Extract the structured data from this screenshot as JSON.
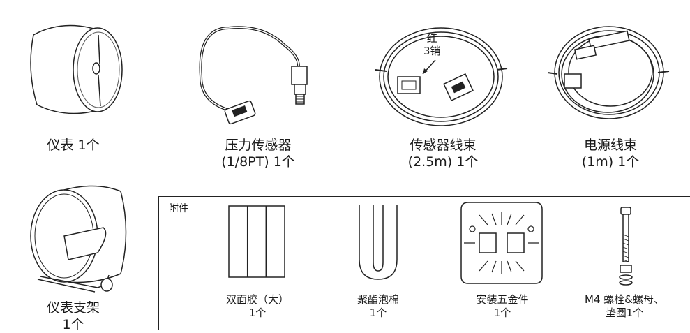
{
  "items": {
    "gauge": {
      "name": "仪表",
      "qty": "1个"
    },
    "pressure_sensor": {
      "name": "压力传感器",
      "spec": "(1/8PT) 1个"
    },
    "sensor_harness": {
      "name": "传感器线束",
      "spec": "(2.5m) 1个"
    },
    "power_harness": {
      "name": "电源线束",
      "spec": "(1m) 1个"
    },
    "gauge_bracket": {
      "name": "仪表支架",
      "qty": "1个"
    }
  },
  "callout": {
    "line1": "红",
    "line2": "3销"
  },
  "accessories": {
    "title": "附件",
    "items": [
      {
        "name": "双面胶（大）",
        "qty": "1个"
      },
      {
        "name": "聚酯泡棉",
        "qty": "1个"
      },
      {
        "name": "安装五金件",
        "qty": "1个"
      },
      {
        "name": "M4 螺栓&螺母、",
        "qty": "垫圈1个"
      }
    ]
  }
}
